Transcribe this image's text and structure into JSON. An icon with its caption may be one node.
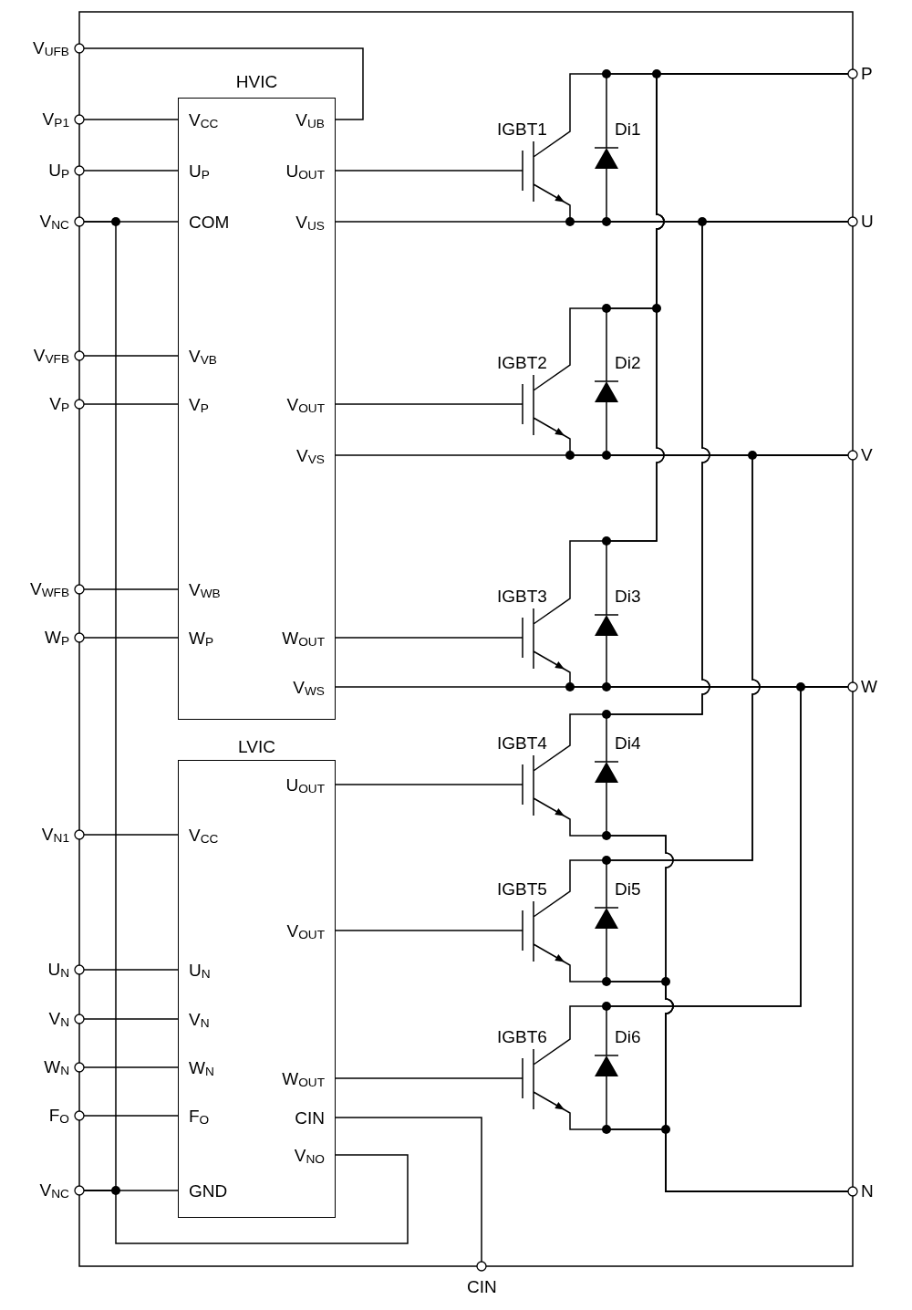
{
  "diagram": {
    "nodes": [
      {
        "text": [
          "V$_{UFB}$"
        ]
      },
      {
        "text": [
          "V$_{P1}$"
        ]
      },
      {
        "text": [
          "U$_{P}$"
        ]
      },
      {
        "text": [
          "V$_{NC}$"
        ]
      },
      {
        "text": [
          "V$_{VFB}$"
        ]
      },
      {
        "text": [
          "V$_{P}$"
        ]
      },
      {
        "text": [
          "V$_{WFB}$"
        ]
      },
      {
        "text": [
          "W$_{P}$"
        ]
      },
      {
        "text": [
          "V$_{N1}$"
        ]
      },
      {
        "text": [
          "U$_{N}$"
        ]
      },
      {
        "text": [
          "V$_{N}$"
        ]
      },
      {
        "text": [
          "W$_{N}$"
        ]
      },
      {
        "text": [
          "F$_{O}$"
        ]
      },
      {
        "text": [
          "V$_{NC}$"
        ]
      },
      {
        "text": [
          "CIN"
        ]
      },
      {
        "text": [
          "P"
        ]
      },
      {
        "text": [
          "U"
        ]
      },
      {
        "text": [
          "V"
        ]
      },
      {
        "text": [
          "W"
        ]
      },
      {
        "text": [
          "N"
        ]
      },
      {
        "text": [
          "HVIC",
          "V$_{CC}$",
          "V$_{UB}$",
          "U$_{P}$",
          "U$_{OUT}$",
          "COM",
          "V$_{US}$",
          "V$_{VB}$",
          "V$_{P}$",
          "V$_{OUT}$",
          "V$_{VS}$",
          "V$_{WB}$",
          "W$_{P}$",
          "W$_{OUT}$",
          "V$_{WS}$"
        ]
      },
      {
        "text": [
          "LVIC",
          "U$_{OUT}$",
          "V$_{CC}$",
          "V$_{OUT}$",
          "U$_{N}$",
          "V$_{N}$",
          "W$_{N}$",
          "W$_{OUT}$",
          "F$_{O}$",
          "CIN",
          "V$_{NO}$",
          "GND"
        ]
      },
      {
        "text": [
          "IGBT1"
        ]
      },
      {
        "text": [
          "Di1"
        ]
      },
      {
        "text": [
          "IGBT2"
        ]
      },
      {
        "text": [
          "Di2"
        ]
      },
      {
        "text": [
          "IGBT3"
        ]
      },
      {
        "text": [
          "Di3"
        ]
      },
      {
        "text": [
          "IGBT4"
        ]
      },
      {
        "text": [
          "Di4"
        ]
      },
      {
        "text": [
          "IGBT5"
        ]
      },
      {
        "text": [
          "Di5"
        ]
      },
      {
        "text": [
          "IGBT6"
        ]
      },
      {
        "text": [
          "Di6"
        ]
      }
    ],
    "edges": [
      {
        "from": 0,
        "to": 20,
        "arrow": "none"
      },
      {
        "from": 1,
        "to": 20,
        "arrow": "none"
      },
      {
        "from": 2,
        "to": 20,
        "arrow": "none"
      },
      {
        "from": 3,
        "to": 20,
        "arrow": "none"
      },
      {
        "from": 4,
        "to": 20,
        "arrow": "none"
      },
      {
        "from": 5,
        "to": 20,
        "arrow": "none"
      },
      {
        "from": 6,
        "to": 20,
        "arrow": "none"
      },
      {
        "from": 7,
        "to": 20,
        "arrow": "none"
      },
      {
        "from": 8,
        "to": 21,
        "arrow": "none"
      },
      {
        "from": 9,
        "to": 21,
        "arrow": "none"
      },
      {
        "from": 10,
        "to": 21,
        "arrow": "none"
      },
      {
        "from": 11,
        "to": 21,
        "arrow": "none"
      },
      {
        "from": 12,
        "to": 21,
        "arrow": "none"
      },
      {
        "from": 13,
        "to": 21,
        "arrow": "none"
      },
      {
        "from": 3,
        "to": 13,
        "arrow": "none"
      },
      {
        "from": 21,
        "to": 13,
        "arrow": "none"
      },
      {
        "from": 21,
        "to": 14,
        "arrow": "none"
      },
      {
        "from": 20,
        "to": 22,
        "arrow": "none"
      },
      {
        "from": 20,
        "to": 24,
        "arrow": "none"
      },
      {
        "from": 20,
        "to": 26,
        "arrow": "none"
      },
      {
        "from": 21,
        "to": 28,
        "arrow": "none"
      },
      {
        "from": 21,
        "to": 30,
        "arrow": "none"
      },
      {
        "from": 21,
        "to": 32,
        "arrow": "none"
      },
      {
        "from": 20,
        "to": 16,
        "arrow": "none"
      },
      {
        "from": 20,
        "to": 17,
        "arrow": "none"
      },
      {
        "from": 20,
        "to": 18,
        "arrow": "none"
      },
      {
        "from": 22,
        "to": 15,
        "arrow": "none"
      },
      {
        "from": 23,
        "to": 15,
        "arrow": "none"
      },
      {
        "from": 22,
        "to": 16,
        "arrow": "none"
      },
      {
        "from": 23,
        "to": 16,
        "arrow": "none"
      },
      {
        "from": 24,
        "to": 15,
        "arrow": "none"
      },
      {
        "from": 25,
        "to": 15,
        "arrow": "none"
      },
      {
        "from": 24,
        "to": 17,
        "arrow": "none"
      },
      {
        "from": 25,
        "to": 17,
        "arrow": "none"
      },
      {
        "from": 26,
        "to": 15,
        "arrow": "none"
      },
      {
        "from": 27,
        "to": 15,
        "arrow": "none"
      },
      {
        "from": 26,
        "to": 18,
        "arrow": "none"
      },
      {
        "from": 27,
        "to": 18,
        "arrow": "none"
      },
      {
        "from": 28,
        "to": 16,
        "arrow": "none"
      },
      {
        "from": 29,
        "to": 16,
        "arrow": "none"
      },
      {
        "from": 28,
        "to": 19,
        "arrow": "none"
      },
      {
        "from": 29,
        "to": 19,
        "arrow": "none"
      },
      {
        "from": 30,
        "to": 17,
        "arrow": "none"
      },
      {
        "from": 31,
        "to": 17,
        "arrow": "none"
      },
      {
        "from": 30,
        "to": 19,
        "arrow": "none"
      },
      {
        "from": 31,
        "to": 19,
        "arrow": "none"
      },
      {
        "from": 32,
        "to": 18,
        "arrow": "none"
      },
      {
        "from": 33,
        "to": 18,
        "arrow": "none"
      },
      {
        "from": 32,
        "to": 19,
        "arrow": "none"
      },
      {
        "from": 33,
        "to": 19,
        "arrow": "none"
      }
    ]
  }
}
